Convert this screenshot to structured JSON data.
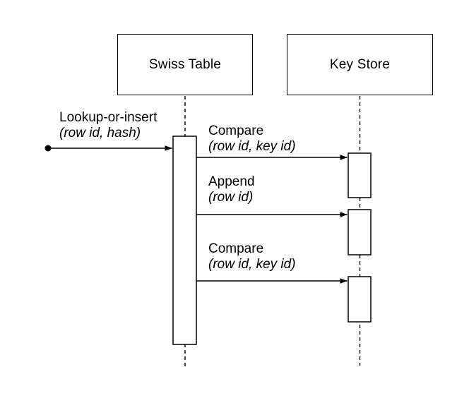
{
  "colors": {
    "background": "#ffffff",
    "stroke": "#000000",
    "text": "#000000"
  },
  "participants": [
    {
      "label": "Swiss Table"
    },
    {
      "label": "Key Store"
    }
  ],
  "messages": [
    {
      "name": "Lookup-or-insert",
      "params": "(row id, hash)",
      "from": "start-marker",
      "to": "Swiss Table"
    },
    {
      "name": "Compare",
      "params": "(row id, key id)",
      "from": "Swiss Table",
      "to": "Key Store"
    },
    {
      "name": "Append",
      "params": "(row id)",
      "from": "Swiss Table",
      "to": "Key Store"
    },
    {
      "name": "Compare",
      "params": "(row id, key id)",
      "from": "Swiss Table",
      "to": "Key Store"
    }
  ]
}
